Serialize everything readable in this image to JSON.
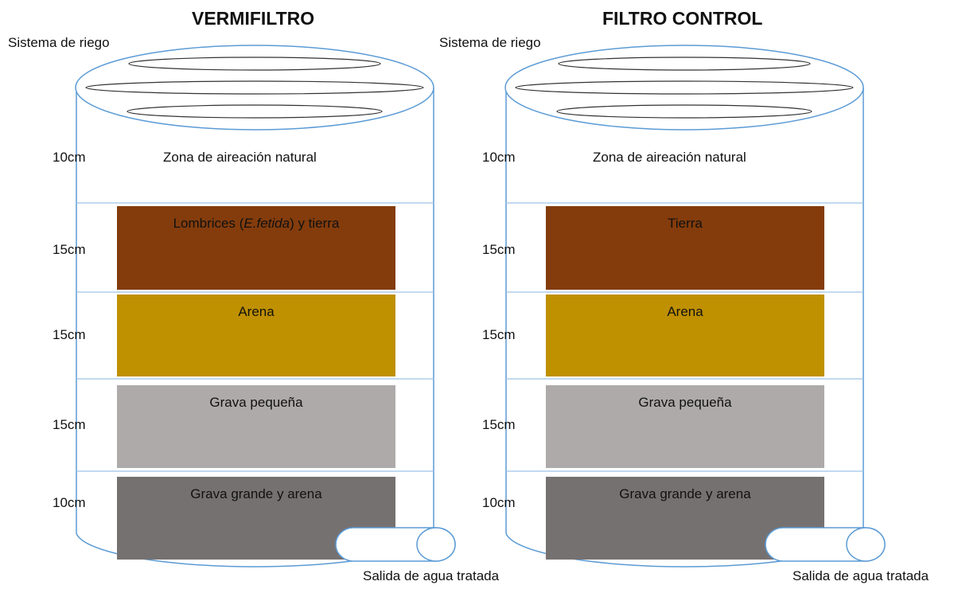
{
  "filters": [
    {
      "title": "VERMIFILTRO",
      "irrigation_label": "Sistema de riego",
      "aeration": {
        "height": "10cm",
        "label": "Zona de aireación natural"
      },
      "layers": [
        {
          "height": "15cm",
          "label_pre": "Lombrices (",
          "label_italic": "E.fetida",
          "label_post": ") y tierra",
          "color": "#843c0c"
        },
        {
          "height": "15cm",
          "label_pre": "Arena",
          "label_italic": "",
          "label_post": "",
          "color": "#bf9000"
        },
        {
          "height": "15cm",
          "label_pre": "Grava pequeña",
          "label_italic": "",
          "label_post": "",
          "color": "#aeaaaa"
        },
        {
          "height": "10cm",
          "label_pre": "Grava grande  y arena",
          "label_italic": "",
          "label_post": "",
          "color": "#767171"
        }
      ],
      "outlet_label": "Salida de agua tratada"
    },
    {
      "title": "FILTRO CONTROL",
      "irrigation_label": "Sistema de riego",
      "aeration": {
        "height": "10cm",
        "label": "Zona de aireación natural"
      },
      "layers": [
        {
          "height": "15cm",
          "label_pre": "Tierra",
          "label_italic": "",
          "label_post": "",
          "color": "#843c0c"
        },
        {
          "height": "15cm",
          "label_pre": "Arena",
          "label_italic": "",
          "label_post": "",
          "color": "#bf9000"
        },
        {
          "height": "15cm",
          "label_pre": "Grava pequeña",
          "label_italic": "",
          "label_post": "",
          "color": "#aeaaaa"
        },
        {
          "height": "10cm",
          "label_pre": "Grava grande  y arena",
          "label_italic": "",
          "label_post": "",
          "color": "#767171"
        }
      ],
      "outlet_label": "Salida de agua tratada"
    }
  ],
  "colors": {
    "outline": "#5b9bd5",
    "ring": "#333333"
  }
}
